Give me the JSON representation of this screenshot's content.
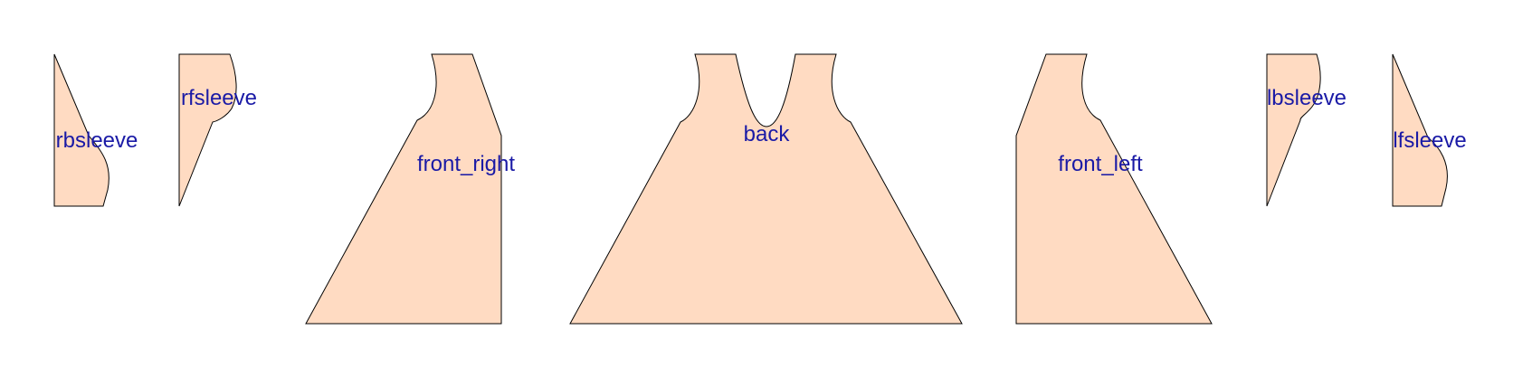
{
  "style": {
    "fill_color": "#ffdbc2",
    "label_color": "#1a1aa6"
  },
  "pieces": [
    {
      "id": "rbsleeve",
      "label": "rbsleeve"
    },
    {
      "id": "rfsleeve",
      "label": "rfsleeve"
    },
    {
      "id": "front_right",
      "label": "front_right"
    },
    {
      "id": "back",
      "label": "back"
    },
    {
      "id": "front_left",
      "label": "front_left"
    },
    {
      "id": "lbsleeve",
      "label": "lbsleeve"
    },
    {
      "id": "lfsleeve",
      "label": "lfsleeve"
    }
  ]
}
